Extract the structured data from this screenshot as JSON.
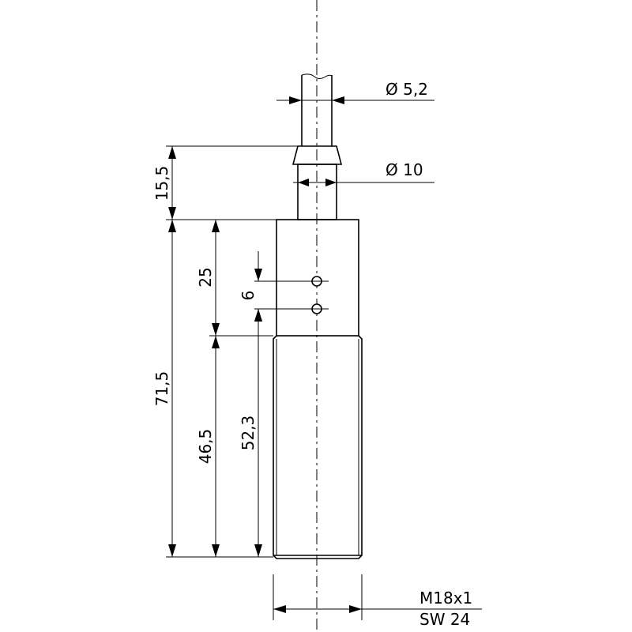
{
  "dimensions": {
    "cable_diameter": "Ø 5,2",
    "gland_diameter": "Ø 10",
    "cable_gland_length": "15,5",
    "total_length": "71,5",
    "upper_body_length": "25",
    "led_spacing": "6",
    "thread_length": "46,5",
    "thread_to_led_length": "52,3",
    "thread_spec": "M18x1",
    "wrench_size": "SW 24"
  }
}
